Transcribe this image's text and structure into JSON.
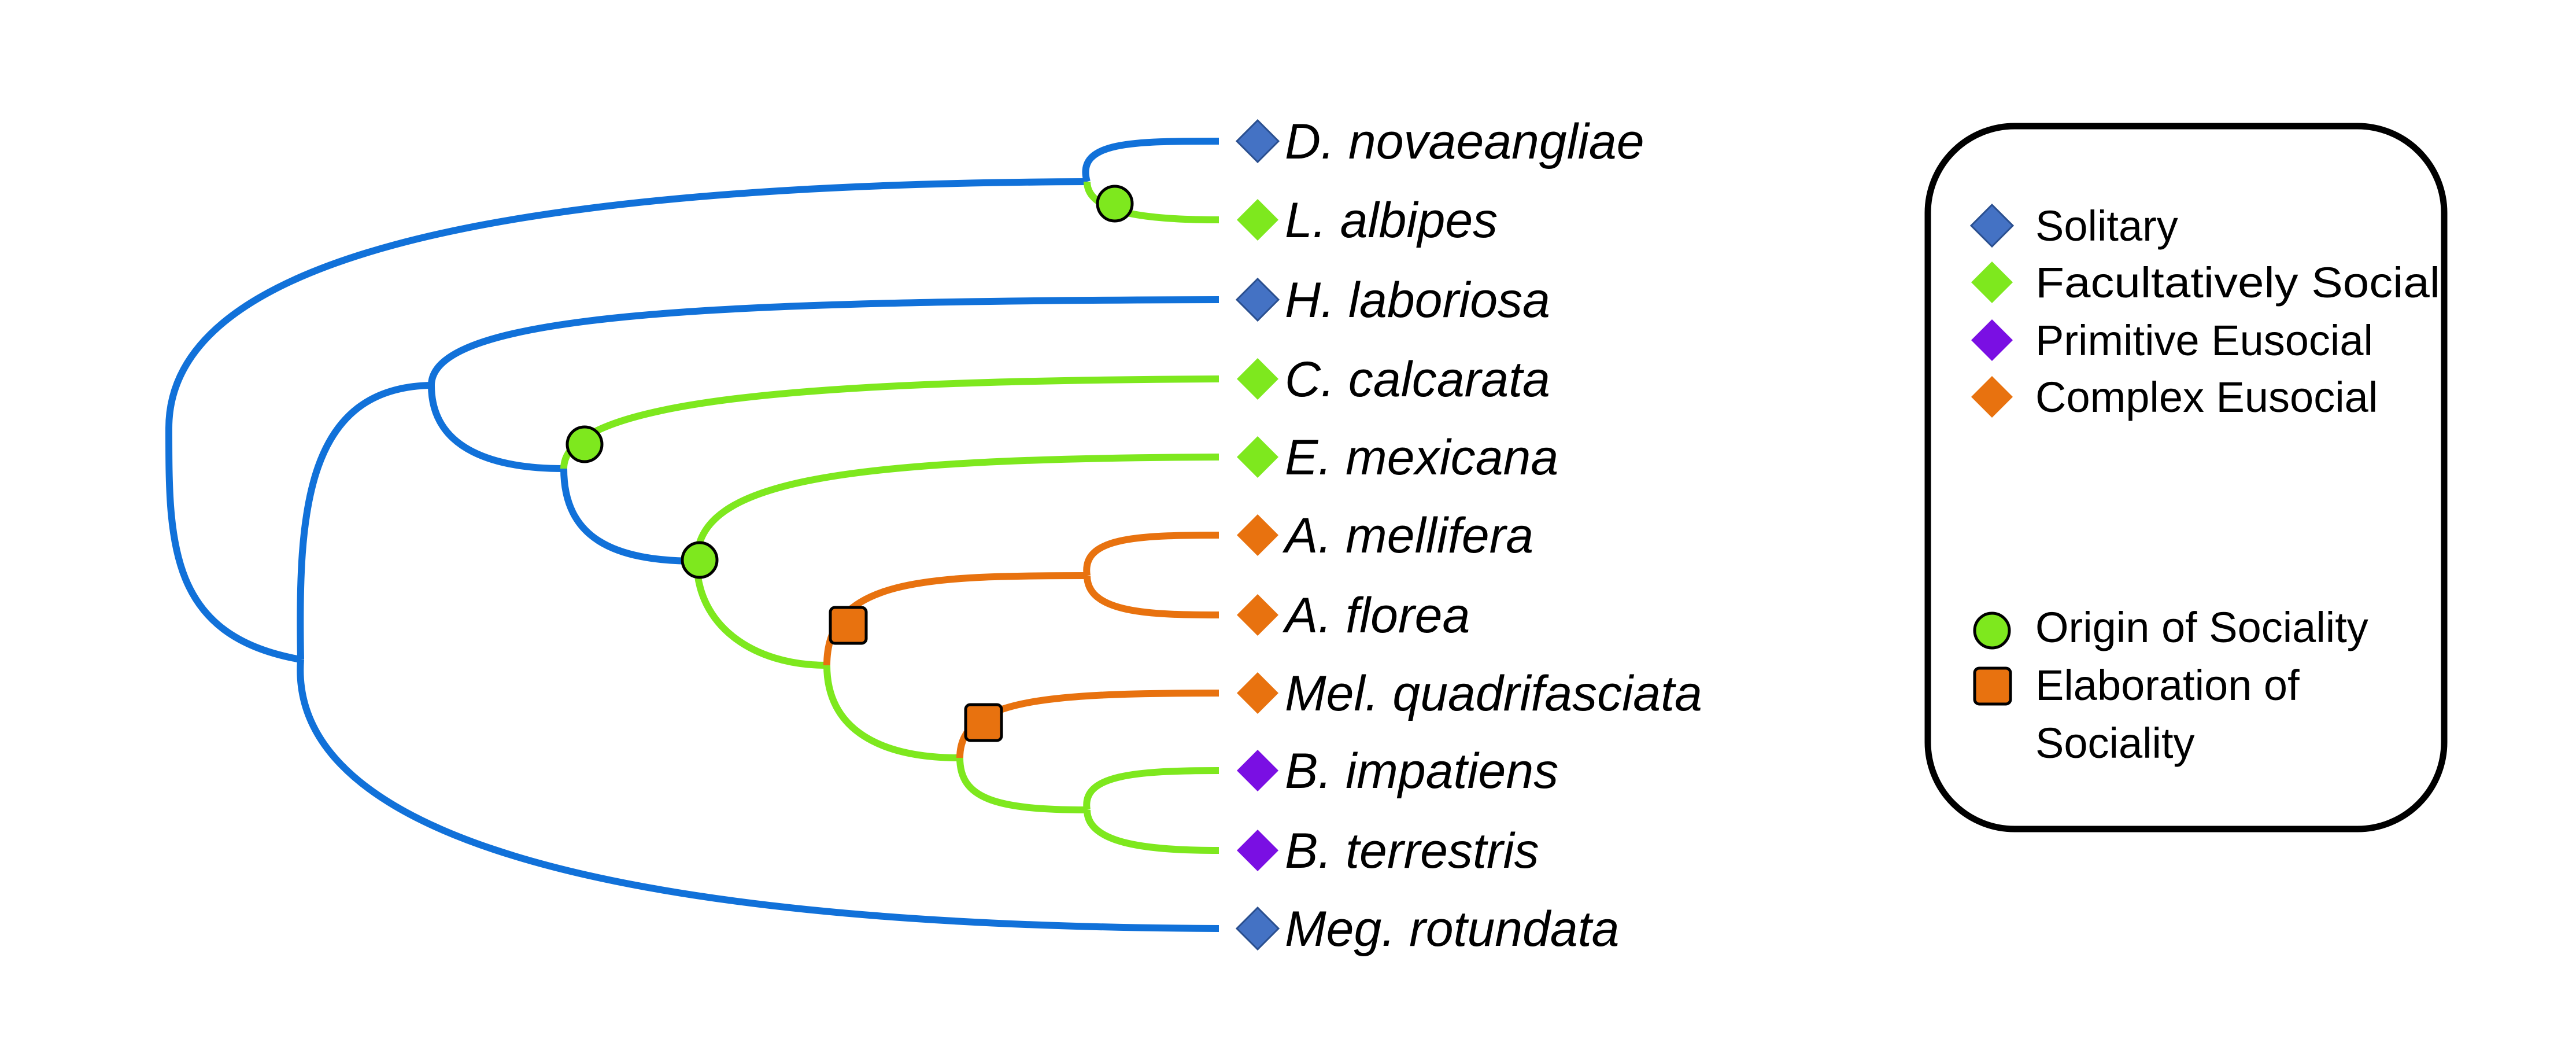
{
  "colors": {
    "solitary": "#4472c4",
    "facultatively_social": "#7ee81e",
    "primitive_eusocial": "#7a0fe3",
    "complex_eusocial": "#e8720f",
    "solitary_branch": "#1171d9",
    "origin_marker": "#7ee81e",
    "elaboration_marker": "#e8720f"
  },
  "taxa": [
    {
      "name": "D. novaeangliae",
      "state": "solitary",
      "icon": "diamond-icon"
    },
    {
      "name": "L. albipes",
      "state": "facultatively_social",
      "icon": "diamond-icon"
    },
    {
      "name": "H. laboriosa",
      "state": "solitary",
      "icon": "diamond-icon"
    },
    {
      "name": "C. calcarata",
      "state": "facultatively_social",
      "icon": "diamond-icon"
    },
    {
      "name": "E. mexicana",
      "state": "facultatively_social",
      "icon": "diamond-icon"
    },
    {
      "name": "A. mellifera",
      "state": "complex_eusocial",
      "icon": "diamond-icon"
    },
    {
      "name": "A. florea",
      "state": "complex_eusocial",
      "icon": "diamond-icon"
    },
    {
      "name": "Mel. quadrifasciata",
      "state": "complex_eusocial",
      "icon": "diamond-icon"
    },
    {
      "name": "B. impatiens",
      "state": "primitive_eusocial",
      "icon": "diamond-icon"
    },
    {
      "name": "B. terrestris",
      "state": "primitive_eusocial",
      "icon": "diamond-icon"
    },
    {
      "name": "Meg. rotundata",
      "state": "solitary",
      "icon": "diamond-icon"
    }
  ],
  "legend": {
    "states": [
      {
        "label": "Solitary",
        "state": "solitary",
        "icon": "diamond-icon"
      },
      {
        "label": "Facultatively Social",
        "state": "facultatively_social",
        "icon": "diamond-icon"
      },
      {
        "label": "Primitive Eusocial",
        "state": "primitive_eusocial",
        "icon": "diamond-icon"
      },
      {
        "label": "Complex Eusocial",
        "state": "complex_eusocial",
        "icon": "diamond-icon"
      }
    ],
    "events": [
      {
        "label": "Origin of Sociality",
        "icon": "circle-icon"
      },
      {
        "label_line1": "Elaboration of",
        "label_line2": "Sociality",
        "icon": "square-icon"
      }
    ]
  }
}
